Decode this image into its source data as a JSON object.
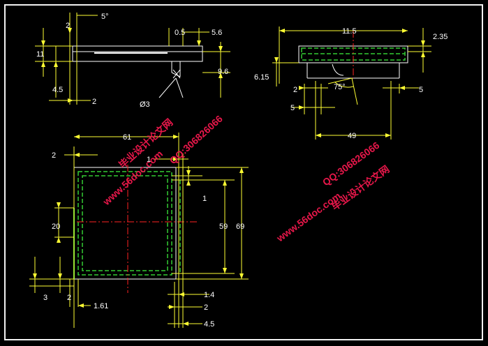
{
  "colors": {
    "background": "#000000",
    "frame": "#f2f2f2",
    "outline": "#ffffff",
    "dimension": "#ffff33",
    "hidden_line": "#33cc33",
    "centerline": "#ff2222",
    "watermark": "#e8174a"
  },
  "top_left_view": {
    "dims": {
      "angle": "5°",
      "d2_top": "2",
      "d11": "11",
      "d4_5": "4.5",
      "d2_bottom": "2",
      "d0_5": "0.5",
      "d5_6": "5.6",
      "d9_6": "9.6",
      "hole": "Ø3"
    }
  },
  "top_right_view": {
    "dims": {
      "d11_5": "11.5",
      "d2_35": "2.35",
      "d6_15": "6.15",
      "angle": "75°",
      "d2": "2",
      "d5_right": "5",
      "d5_left": "5",
      "d49": "49"
    }
  },
  "bottom_view": {
    "dims": {
      "d61": "61",
      "d2_top": "2",
      "d1_top": "1",
      "d1_side": "1",
      "d20": "20",
      "d59": "59",
      "d69": "69",
      "d3": "3",
      "d2_left": "2",
      "d1_61": "1.61",
      "d1_4": "1.4",
      "d2_bottom": "2",
      "d4_5": "4.5"
    }
  },
  "watermarks": [
    {
      "site": "www.56doc.com",
      "qq": "QQ:306826066",
      "name": "毕业设计论文网"
    },
    {
      "site": "www.56doc.com",
      "qq": "QQ:306826066",
      "name": "毕业设计论文网"
    }
  ]
}
